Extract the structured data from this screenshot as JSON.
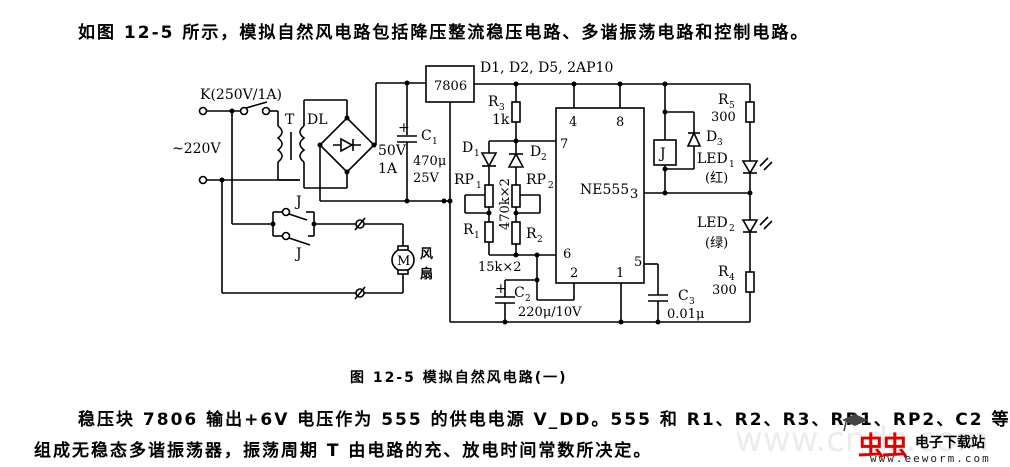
{
  "intro_paragraph": "如图 12-5 所示，模拟自然风电路包括降压整流稳压电路、多谐振荡电路和控制电路。",
  "figure": {
    "caption": "图 12-5    模拟自然风电路(一)",
    "labels": {
      "switch_k": "K(250V/1A)",
      "mains": "~220V",
      "transformer": "T",
      "bridge": "DL",
      "bridge_rating_1": "50V",
      "bridge_rating_2": "1A",
      "regulator": "7806",
      "diode_spec": "D1, D2, D5, 2AP10",
      "c1": "C",
      "c1_sub": "1",
      "c1_value_1": "470μ",
      "c1_value_2": "25V",
      "r3": "R",
      "r3_sub": "3",
      "r3_value": "1k",
      "d1": "D",
      "d1_sub": "1",
      "d2": "D",
      "d2_sub": "2",
      "rp1": "RP",
      "rp1_sub": "1",
      "rp2": "RP",
      "rp2_sub": "2",
      "rp_value": "470k×2",
      "r1": "R",
      "r1_sub": "1",
      "r2": "R",
      "r2_sub": "2",
      "r_value": "15k×2",
      "c2": "C",
      "c2_sub": "2",
      "c2_value": "220μ/10V",
      "ic": "NE555",
      "pin4": "4",
      "pin8": "8",
      "pin7": "7",
      "pin3": "3",
      "pin6": "6",
      "pin2": "2",
      "pin1": "1",
      "pin5": "5",
      "c3": "C",
      "c3_sub": "3",
      "c3_value": "0.01μ",
      "relay": "J",
      "relay_contact_1": "J",
      "relay_contact_2": "J",
      "d3": "D",
      "d3_sub": "3",
      "r5": "R",
      "r5_sub": "5",
      "r5_value": "300",
      "led1": "LED",
      "led1_sub": "1",
      "led1_color": "(红)",
      "led2": "LED",
      "led2_sub": "2",
      "led2_color": "(绿)",
      "r4": "R",
      "r4_sub": "4",
      "r4_value": "300",
      "motor": "M",
      "fan_1": "风",
      "fan_2": "扇"
    }
  },
  "body_paragraph": {
    "line1": "稳压块 7806 输出+6V 电压作为 555 的供电电源 V_DD。555 和 R1、R2、R3、RP1、RP2、C2 等",
    "line2": "组成无稳态多谐振荡器，振荡周期 T 由电路的充、放电时间常数所决定。"
  },
  "watermark": {
    "faint_text": "www.cndz.com",
    "brand_cn": "电子下载站",
    "brand_url": "www.eeworm.com",
    "brand_color": "#e00000"
  }
}
